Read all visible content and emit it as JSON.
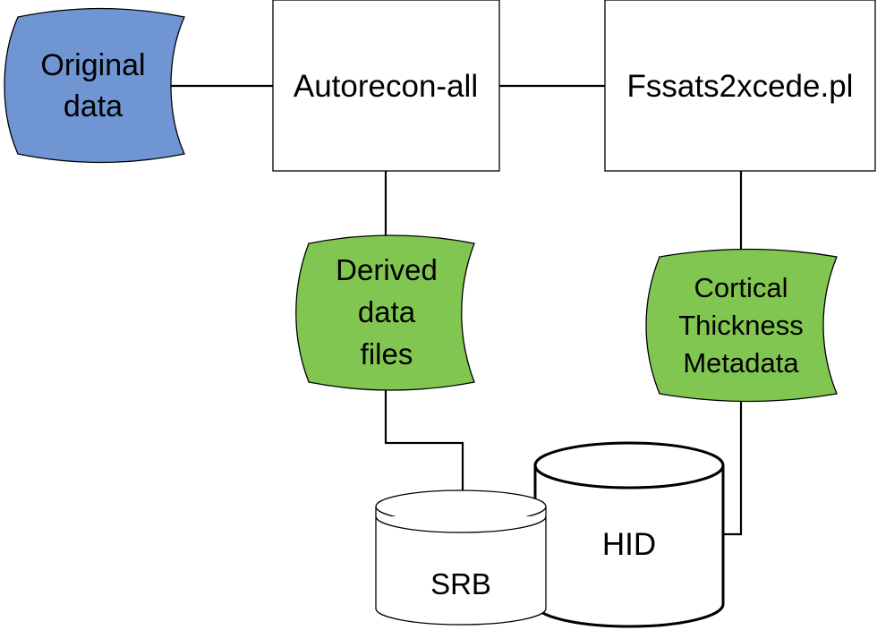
{
  "diagram": {
    "nodes": {
      "original_data": {
        "lines": [
          "Original",
          "data"
        ],
        "shape": "punched-tape",
        "fill": "#6f95d2"
      },
      "autorecon_all": {
        "lines": [
          "Autorecon-all"
        ],
        "shape": "process-box",
        "fill": "#ffffff"
      },
      "fssats2xcede": {
        "lines": [
          "Fssats2xcede.pl"
        ],
        "shape": "process-box",
        "fill": "#ffffff"
      },
      "derived_data_files": {
        "lines": [
          "Derived",
          "data",
          "files"
        ],
        "shape": "punched-tape",
        "fill": "#82c652"
      },
      "cortical_thickness_metadata": {
        "lines": [
          "Cortical",
          "Thickness",
          "Metadata"
        ],
        "shape": "punched-tape",
        "fill": "#82c652"
      },
      "srb": {
        "lines": [
          "SRB"
        ],
        "shape": "database-cylinder",
        "fill": "#ffffff"
      },
      "hid": {
        "lines": [
          "HID"
        ],
        "shape": "database-cylinder",
        "fill": "#ffffff"
      }
    },
    "edges": [
      {
        "from": "original_data",
        "to": "autorecon_all"
      },
      {
        "from": "autorecon_all",
        "to": "fssats2xcede"
      },
      {
        "from": "autorecon_all",
        "to": "derived_data_files"
      },
      {
        "from": "fssats2xcede",
        "to": "cortical_thickness_metadata"
      },
      {
        "from": "derived_data_files",
        "to": "srb"
      },
      {
        "from": "cortical_thickness_metadata",
        "to": "hid"
      }
    ]
  }
}
